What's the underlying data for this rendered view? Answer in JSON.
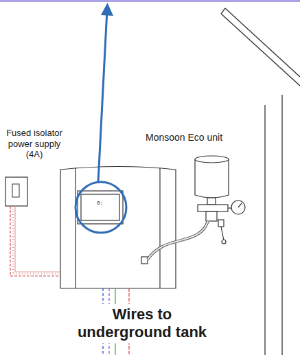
{
  "diagram": {
    "labels": [
      "Fused isolator power supply (4A)",
      "Monsoon Eco unit",
      "0:",
      "Wires to underground tank"
    ]
  }
}
